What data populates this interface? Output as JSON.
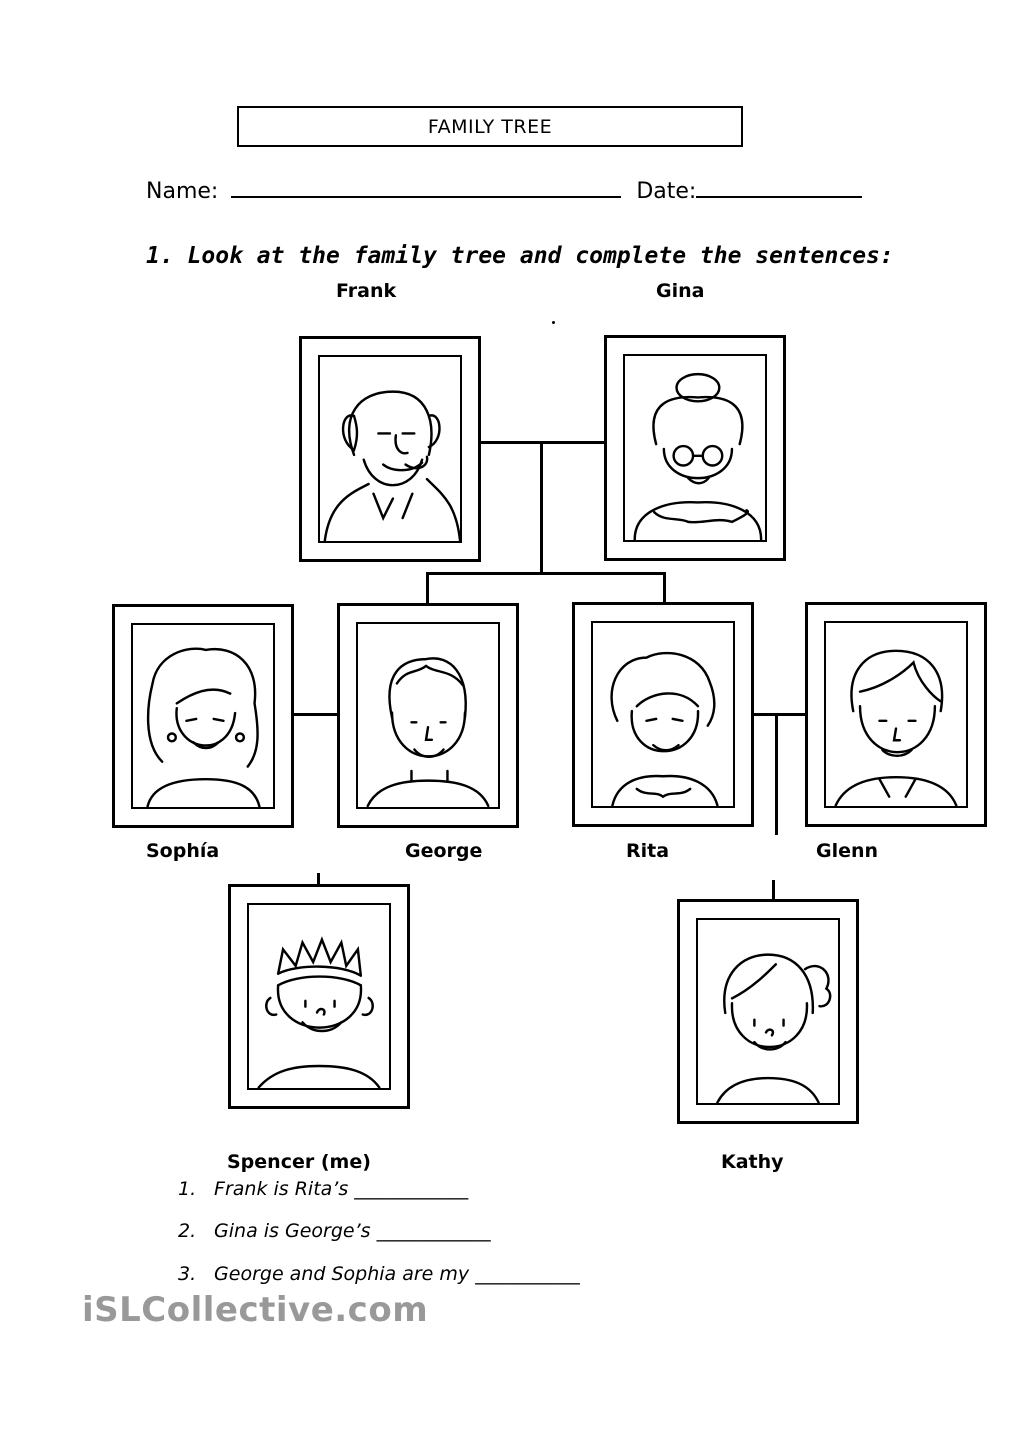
{
  "worksheet": {
    "title": "FAMILY TREE",
    "name_label": "Name:",
    "date_label": "Date:",
    "instruction": "1. Look at the family tree and complete the sentences:"
  },
  "people": {
    "frank": "Frank",
    "gina": "Gina",
    "sophia": "Sophía",
    "george": "George",
    "rita": "Rita",
    "glenn": "Glenn",
    "spencer": "Spencer (me)",
    "kathy": "Kathy"
  },
  "questions": [
    {
      "num": "1.",
      "text": "Frank is Rita’s",
      "blank": "____________"
    },
    {
      "num": "2.",
      "text": "Gina is George’s",
      "blank": "____________"
    },
    {
      "num": "3.",
      "text": "George and Sophia are my",
      "blank": "___________"
    }
  ],
  "watermark": "iSLCollective.com"
}
